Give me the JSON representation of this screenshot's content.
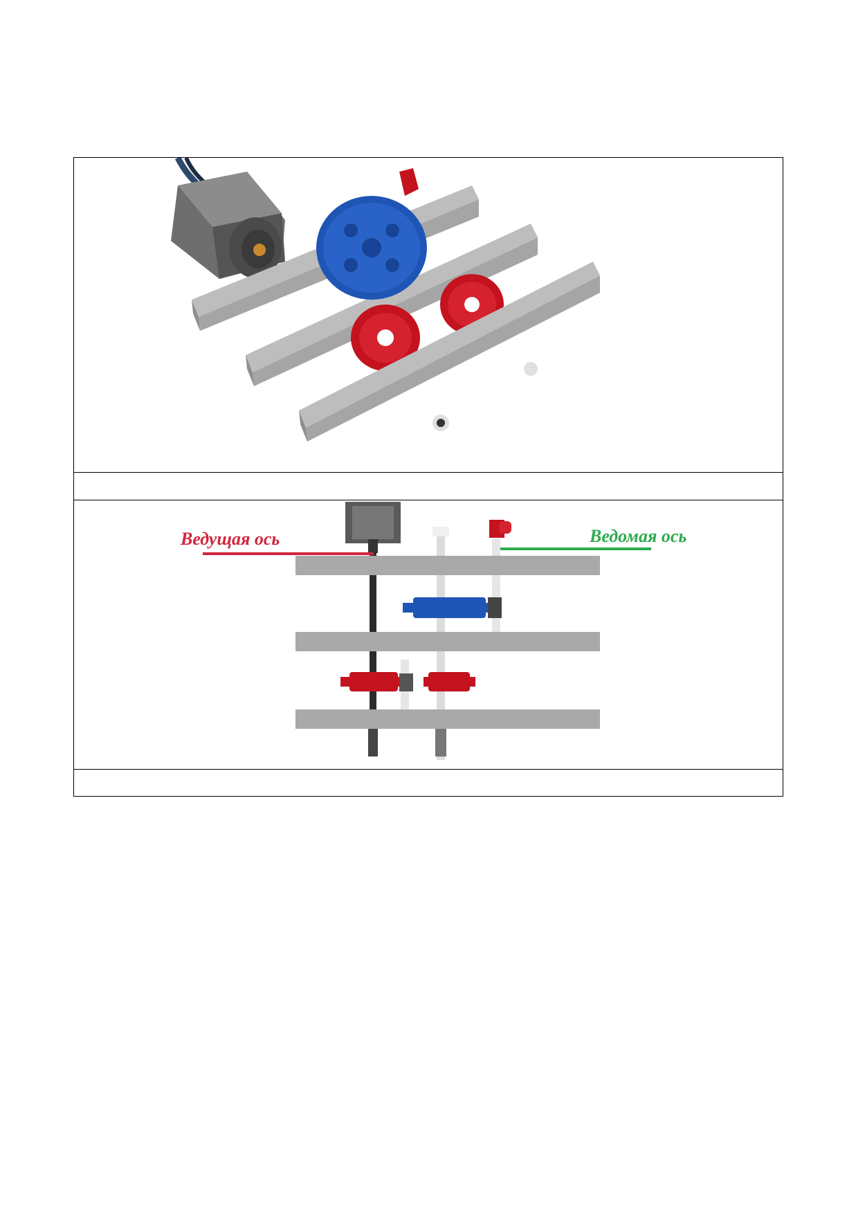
{
  "document": {
    "figure_top": {
      "name": "lego-gearbox-perspective"
    },
    "caption_top": "",
    "figure_bottom": {
      "name": "lego-gearbox-top-view",
      "label_driving": "Ведущая ось",
      "label_driven": "Ведомая ось",
      "color_driving": "#d0263a",
      "color_driven": "#2eab4e"
    },
    "caption_bottom": ""
  },
  "colors": {
    "beam": "#a9a9a9",
    "beam_dark": "#8a8a8a",
    "gear_blue": "#1f55b5",
    "gear_red": "#c4121f",
    "motor": "#5a5a5a",
    "axle": "#e6e6e6"
  }
}
